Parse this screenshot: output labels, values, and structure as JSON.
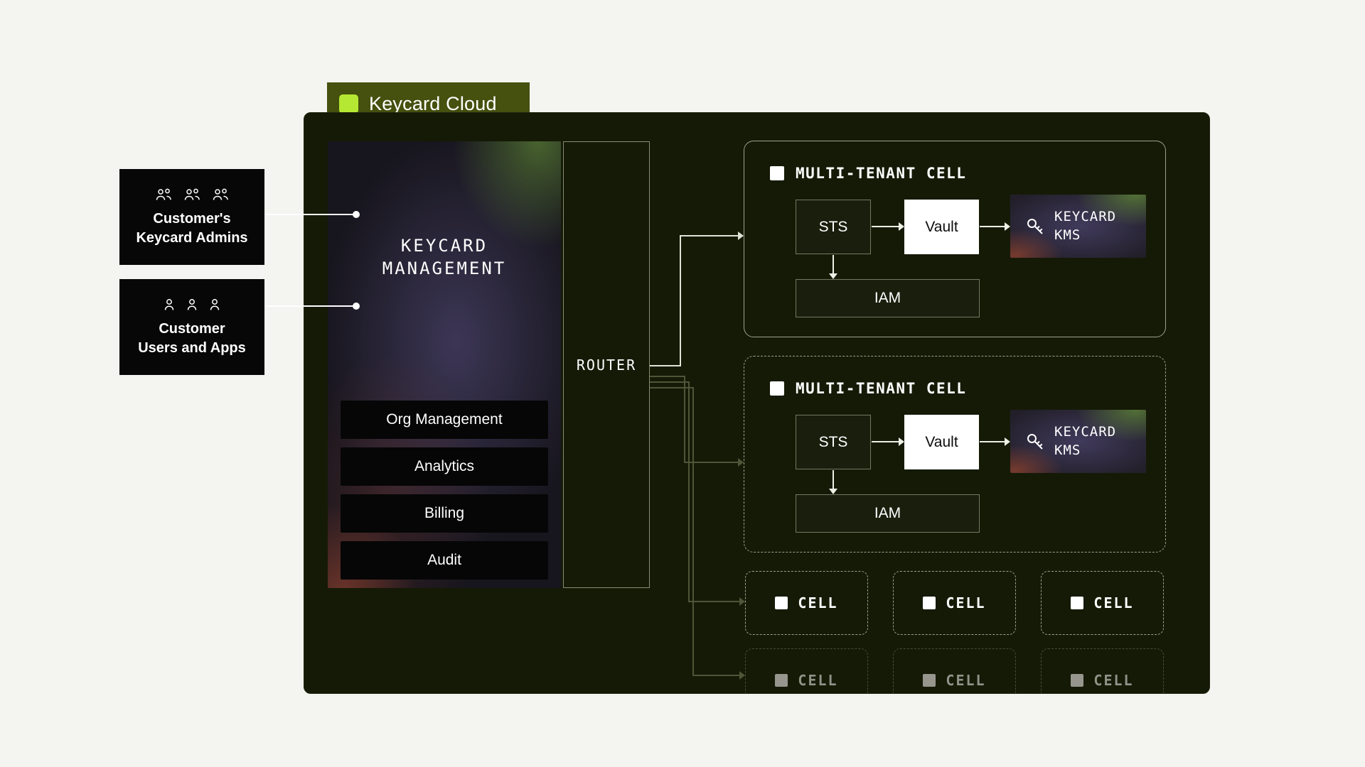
{
  "colors": {
    "page_bg": "#f4f4f1",
    "cloud_bg": "#151a06",
    "tab_bg": "#46500f",
    "accent_lime": "#b5e832",
    "actor_bg": "#070707",
    "vault_bg": "#ffffff",
    "border_light": "#9aa18b",
    "dim_line": "#4f5538",
    "white": "#ffffff"
  },
  "tab": {
    "title": "Keycard Cloud"
  },
  "actors": [
    {
      "label": "Customer's\nKeycard Admins",
      "icon": "people-pair-icon"
    },
    {
      "label": "Customer\nUsers and Apps",
      "icon": "person-icon"
    }
  ],
  "management": {
    "title": "KEYCARD\nMANAGEMENT",
    "menu": [
      "Org Management",
      "Analytics",
      "Billing",
      "Audit"
    ]
  },
  "router": {
    "label": "ROUTER"
  },
  "mt_cells": [
    {
      "title": "MULTI-TENANT CELL",
      "sts": "STS",
      "vault": "Vault",
      "iam": "IAM",
      "kms": "KEYCARD\nKMS",
      "border_style": "solid"
    },
    {
      "title": "MULTI-TENANT CELL",
      "sts": "STS",
      "vault": "Vault",
      "iam": "IAM",
      "kms": "KEYCARD\nKMS",
      "border_style": "dashed"
    }
  ],
  "small_cells": {
    "active": [
      "CELL",
      "CELL",
      "CELL"
    ],
    "dimmed": [
      "CELL",
      "CELL",
      "CELL"
    ]
  }
}
